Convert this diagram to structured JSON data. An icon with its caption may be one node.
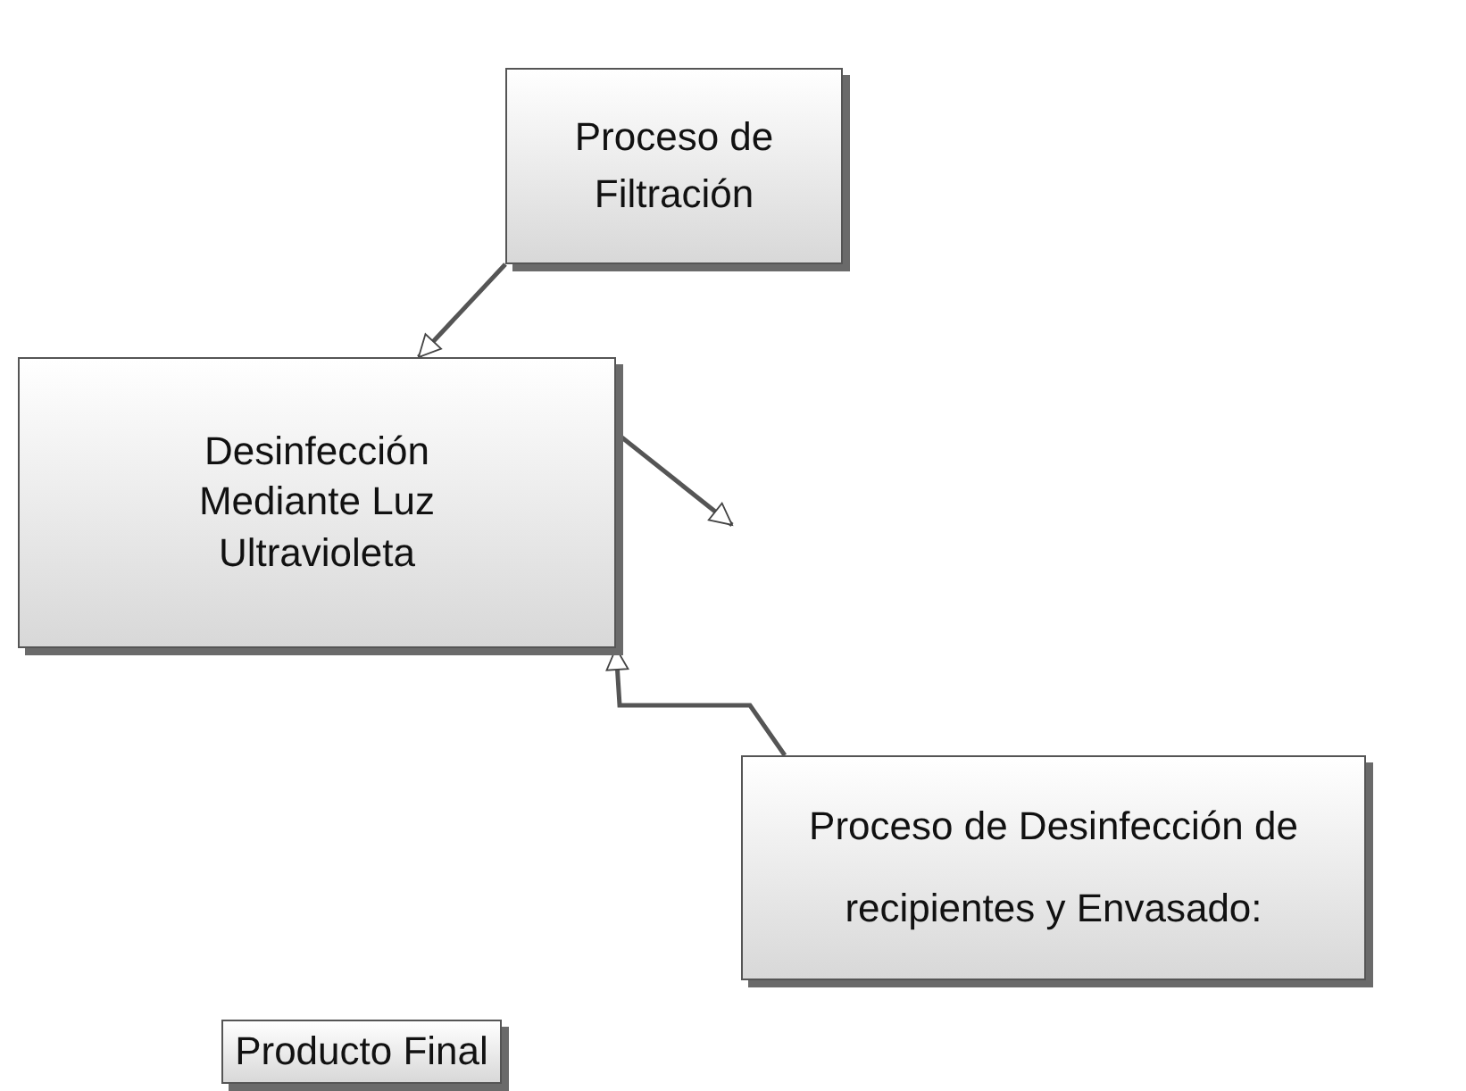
{
  "diagram": {
    "nodes": [
      {
        "text": [
          "Proceso de Filtración"
        ]
      },
      {
        "text": [
          "Desinfección Mediante Luz Ultravioleta"
        ]
      },
      {
        "text": [
          "Proceso de Desinfección de recipientes y Envasado:"
        ]
      },
      {
        "text": [
          "Producto Final"
        ]
      }
    ],
    "edges": [
      {
        "from": 0,
        "to": 1,
        "arrow": "to"
      },
      {
        "from": 1,
        "to": null,
        "arrow": "to"
      },
      {
        "from": 2,
        "to": 1,
        "arrow": "to"
      }
    ]
  }
}
